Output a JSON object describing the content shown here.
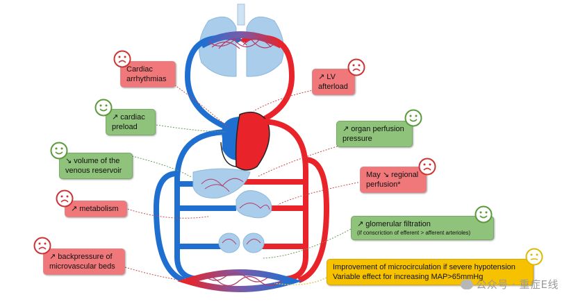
{
  "labels": {
    "cardiac_arrhythmias": "Cardiac arrhythmias",
    "lv_afterload": "↗ LV afterload",
    "cardiac_preload": "↗ cardiac preload",
    "organ_perfusion": "↗ organ perfusion pressure",
    "venous_reservoir": "↘ volume of the venous reservoir",
    "regional_perfusion": "May ↘ regional perfusion*",
    "metabolism": "↗ metabolism",
    "glomerular_filtration": "↗ glomerular filtration",
    "glomerular_note": "(if conscriction of efferent > afferent arterioles)",
    "backpressure": "↗ backpressure of microvascular beds",
    "microcirculation_line1": "Improvement of microcirculation if severe hypotension",
    "microcirculation_line2": "Variable effect for increasing MAP>65mmHg"
  },
  "watermark": "公众号 · 重症E线",
  "colors": {
    "red_box": "#f0787a",
    "green_box": "#8fc27a",
    "yellow_box": "#f6c200",
    "artery": "#e8232a",
    "vein": "#1f6fd1",
    "organ": "#a9cdea"
  },
  "icons": [
    "sad-face-icon",
    "happy-face-icon",
    "neutral-face-icon"
  ]
}
